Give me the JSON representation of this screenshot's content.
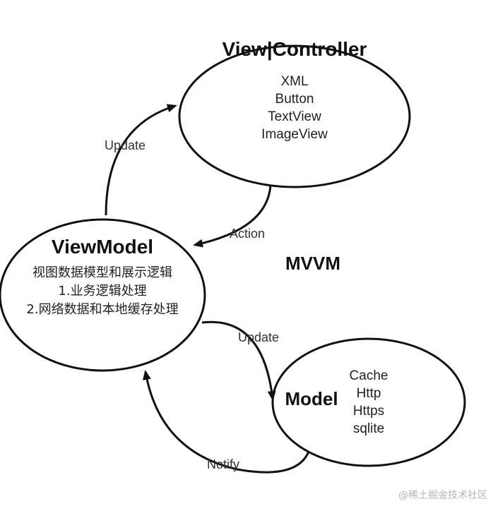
{
  "diagram": {
    "title": "MVVM",
    "nodes": {
      "view": {
        "title": "View|Controller",
        "items": [
          "XML",
          "Button",
          "TextView",
          "ImageView"
        ]
      },
      "viewmodel": {
        "title": "ViewModel",
        "lines": [
          "视图数据模型和展示逻辑",
          "1.业务逻辑处理",
          "2.网络数据和本地缓存处理"
        ]
      },
      "model": {
        "title": "Model",
        "items": [
          "Cache",
          "Http",
          "Https",
          "sqlite"
        ]
      }
    },
    "edges": {
      "vm_to_view": "Update",
      "view_to_vm": "Action",
      "vm_to_model": "Update",
      "model_to_vm": "Notify"
    },
    "watermark": "@稀土掘金技术社区"
  }
}
